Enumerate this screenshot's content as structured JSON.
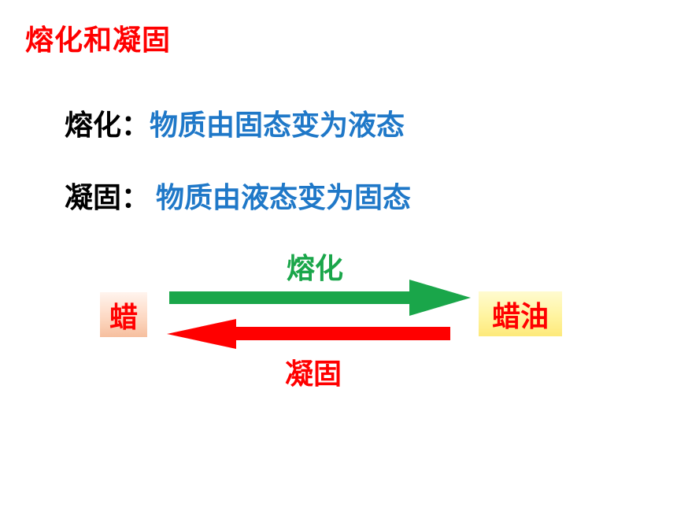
{
  "title": "熔化和凝固",
  "definitions": [
    {
      "term": "熔化：",
      "desc": "物质由固态变为液态"
    },
    {
      "term": "凝固：",
      "desc": "物质由液态变为固态"
    }
  ],
  "diagram": {
    "melt_label": "熔化",
    "freeze_label": "凝固",
    "solid_box": "蜡",
    "liquid_box": "蜡油",
    "colors": {
      "melt_arrow": "#1aa64a",
      "freeze_arrow": "#ff0000",
      "box_text": "#ff0000"
    }
  }
}
